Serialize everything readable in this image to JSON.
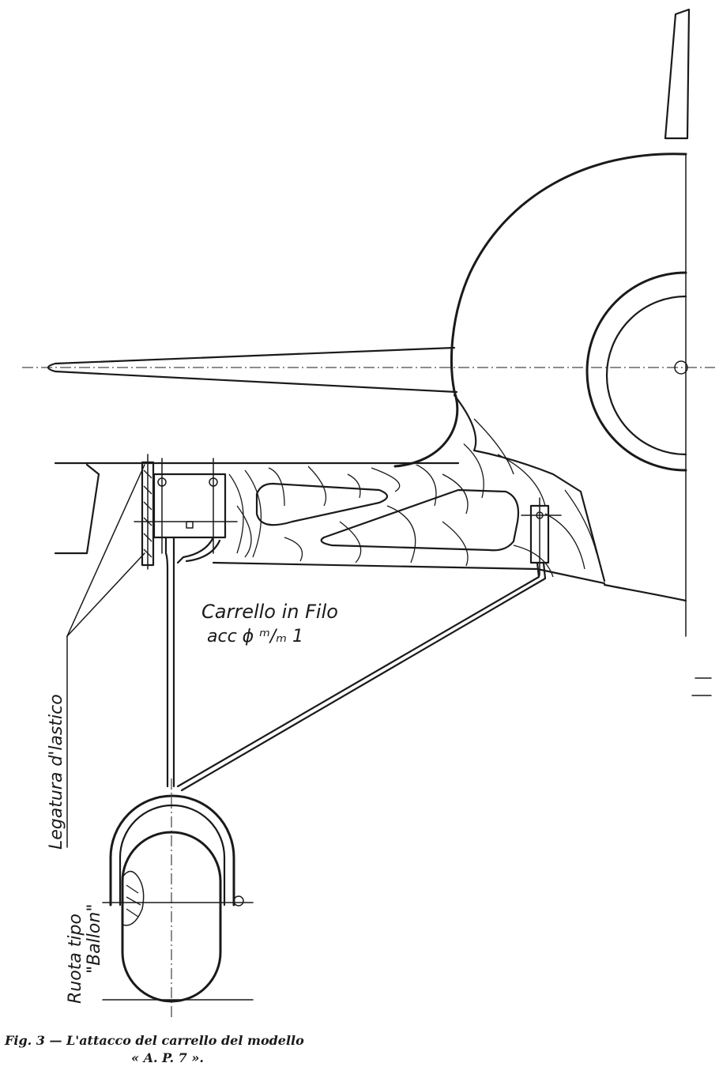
{
  "labels": {
    "carrello_line1": "Carrello in Filo",
    "carrello_line2": "acc ϕ ᵐ/ₘ 1",
    "legatura": "Legatura d'lastico",
    "ruota_line1": "Ruota tipo",
    "ruota_line2": "\"Ballon\""
  },
  "caption": {
    "line1": "Fig. 3 — L'attacco del carrello del modello",
    "line2": "« A. P. 7 »."
  },
  "colors": {
    "ink": "#1a1a1a",
    "paper": "#ffffff"
  }
}
